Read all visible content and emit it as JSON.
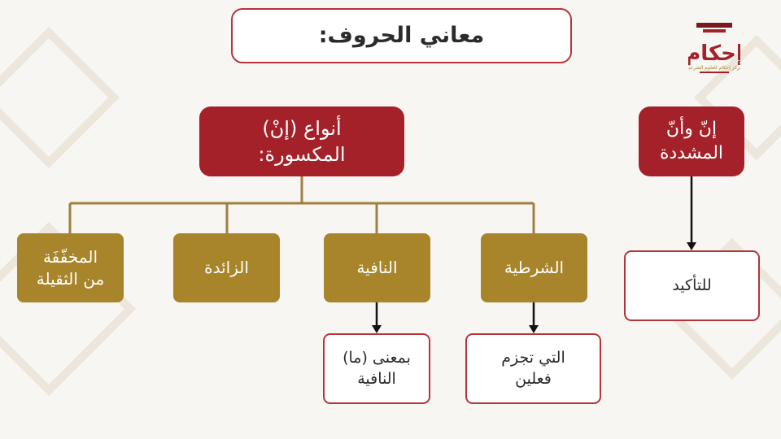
{
  "title": "معاني الحروف:",
  "logo": {
    "text": "إحكام",
    "subtitle": "مركز إحكام للعلوم الشرعية"
  },
  "colors": {
    "accent_red": "#a42129",
    "gold": "#a8842a",
    "border_red": "#b5333a",
    "line": "#a08040",
    "background": "#f8f6f3"
  },
  "diagram": {
    "main_node": {
      "line1": "أنواع (إنْ)",
      "line2": "المكسورة:"
    },
    "types": [
      {
        "label": "الشرطية"
      },
      {
        "label": "النافية"
      },
      {
        "label": "الزائدة"
      },
      {
        "line1": "المخفّفَة",
        "line2": "من الثقيلة"
      }
    ],
    "details": {
      "shart": {
        "line1": "التي تجزم",
        "line2": "فعلين"
      },
      "nafiya": {
        "line1": "بمعنى (ما)",
        "line2": "النافية"
      }
    },
    "mushaddada": {
      "line1": "إنّ وأنّ",
      "line2": "المشددة"
    },
    "tawkid": "للتأكيد"
  }
}
